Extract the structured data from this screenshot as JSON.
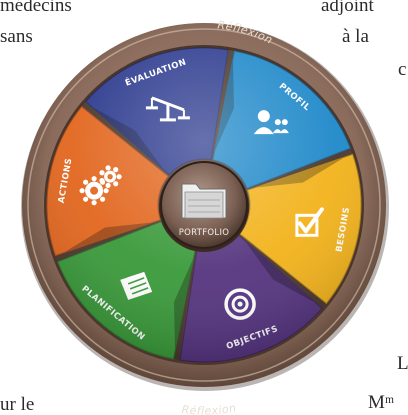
{
  "background_text": {
    "top_left": "médecins",
    "mid_left": "sans",
    "top_right": "adjoint",
    "mid_right": "à la",
    "right_c": "c",
    "bottom_left": "ur le",
    "bottom_right_l": "L",
    "bottom_right_m": "Mᵐ"
  },
  "wheel": {
    "rim_top": "Réflexion",
    "rim_bottom": "Réflexion",
    "hub": "PORTFOLIO",
    "segments": [
      {
        "label": "PROFIL",
        "color": "#1e88c9",
        "icon": "people-icon"
      },
      {
        "label": "BESOINS",
        "color": "#f2b21b",
        "icon": "checkbox-icon"
      },
      {
        "label": "OBJECTIFS",
        "color": "#55347f",
        "icon": "target-icon"
      },
      {
        "label": "PLANIFICATION",
        "color": "#3a9a3a",
        "icon": "checklist-icon"
      },
      {
        "label": "ACTIONS",
        "color": "#e2661e",
        "icon": "gears-icon"
      },
      {
        "label": "ÉVALUATION",
        "color": "#2c3a8e",
        "icon": "scale-icon"
      }
    ]
  }
}
